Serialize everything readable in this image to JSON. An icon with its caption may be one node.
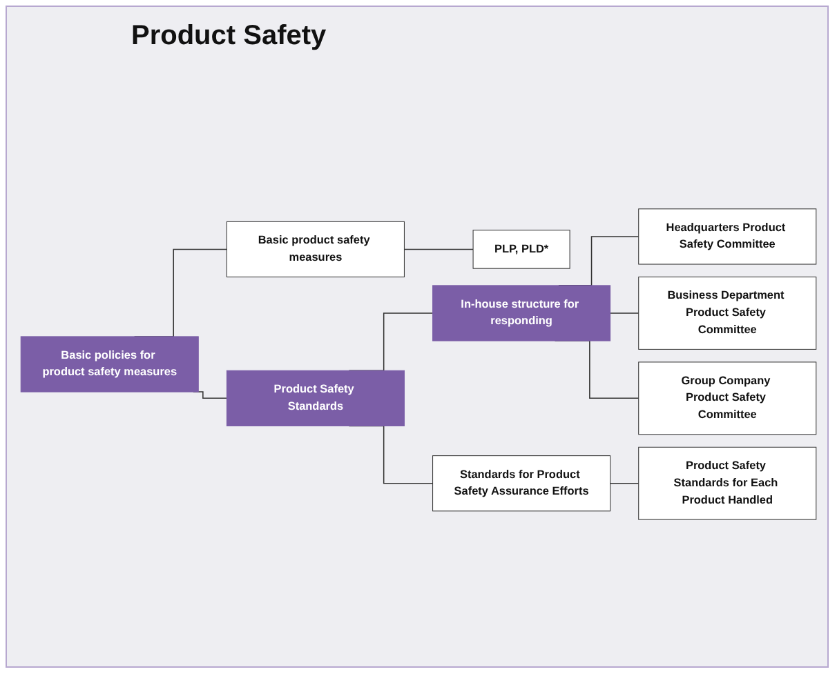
{
  "diagram": {
    "title": "Product Safety",
    "nodes": [
      {
        "text": [
          "Basic policies for product safety measures"
        ]
      },
      {
        "text": [
          "Basic product safety measures"
        ]
      },
      {
        "text": [
          "PLP, PLD*"
        ]
      },
      {
        "text": [
          "Product Safety Standards"
        ]
      },
      {
        "text": [
          "Standards for Product Safety Assurance Efforts"
        ]
      },
      {
        "text": [
          "Product Safety Standards for Each Product Handled"
        ]
      },
      {
        "text": [
          "In-house structure for responding"
        ]
      },
      {
        "text": [
          "Headquarters Product Safety Committee"
        ]
      },
      {
        "text": [
          "Business Department Product Safety Committee"
        ]
      },
      {
        "text": [
          "Group Company Product Safety Committee"
        ]
      }
    ],
    "edges": [
      {
        "from": 0,
        "to": 3,
        "arrow": "none"
      },
      {
        "from": 3,
        "to": 6,
        "arrow": "none"
      },
      {
        "from": 0,
        "to": 1,
        "arrow": "none"
      },
      {
        "from": 1,
        "to": 2,
        "arrow": "none"
      },
      {
        "from": 3,
        "to": 4,
        "arrow": "none"
      },
      {
        "from": 4,
        "to": 5,
        "arrow": "none"
      },
      {
        "from": 6,
        "to": 7,
        "arrow": "none"
      },
      {
        "from": 6,
        "to": 8,
        "arrow": "none"
      },
      {
        "from": 6,
        "to": 9,
        "arrow": "none"
      }
    ]
  }
}
